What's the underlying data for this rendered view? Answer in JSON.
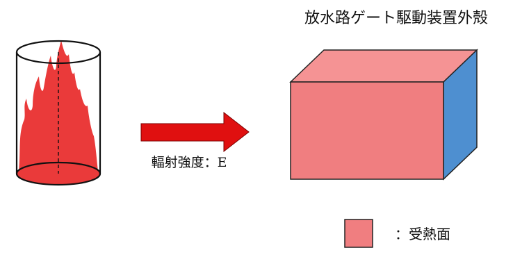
{
  "title": "放水路ゲート駆動装置外殻",
  "radiation_label": "輻射強度：E",
  "legend": {
    "label": "：受熱面"
  },
  "colors": {
    "flame": "#ea3a3a",
    "arrow": "#e01010",
    "box_front": "#f07e80",
    "box_top": "#f59394",
    "box_side": "#4e8fd0",
    "legend_swatch": "#f07e80"
  }
}
